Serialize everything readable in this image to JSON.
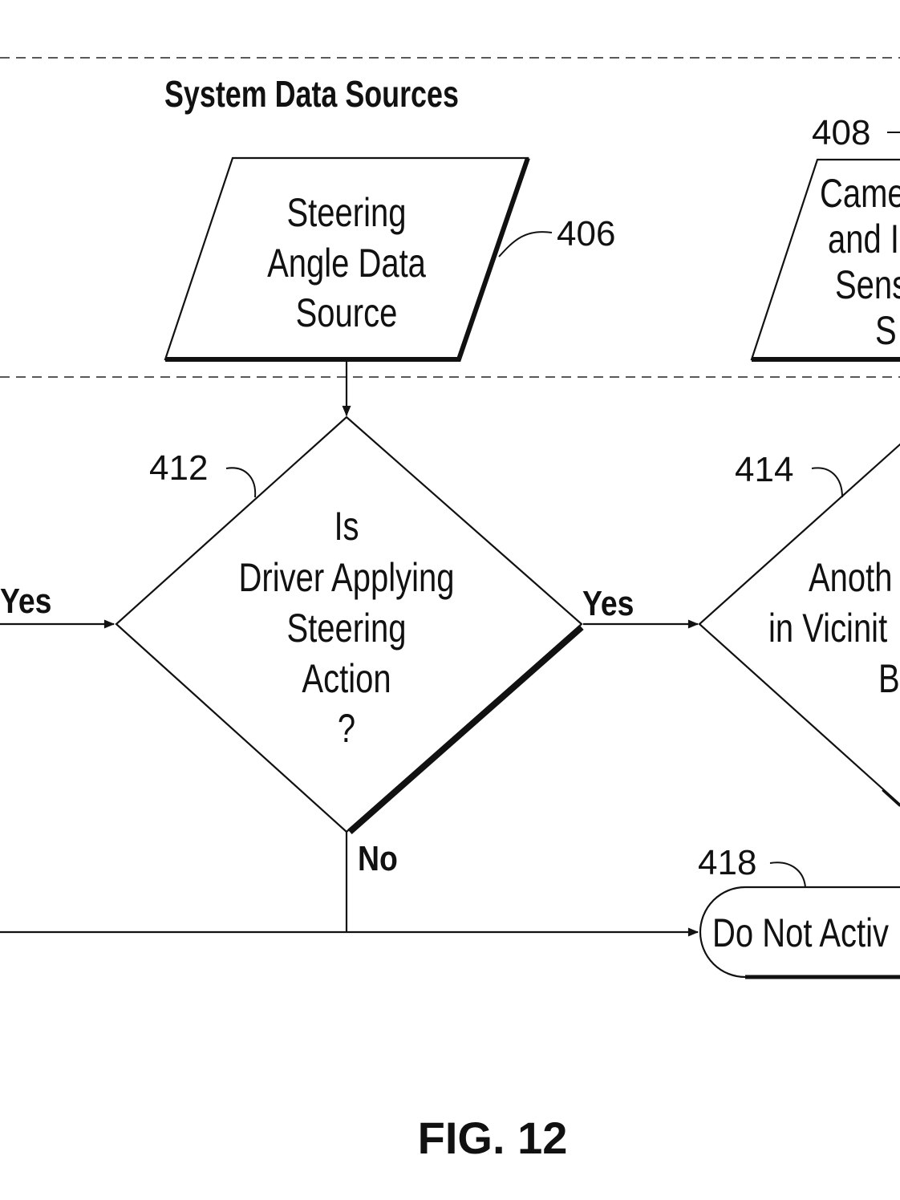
{
  "section_title": "System Data Sources",
  "steering_source": {
    "ref": "406",
    "lines": [
      "Steering",
      "Angle Data",
      "Source"
    ]
  },
  "camera_source": {
    "ref": "408",
    "lines": [
      "Came",
      "and I",
      "Sens",
      "S"
    ]
  },
  "decision_412": {
    "ref": "412",
    "lines": [
      "Is",
      "Driver Applying",
      "Steering",
      "Action",
      "?"
    ],
    "yes_label": "Yes",
    "no_label": "No"
  },
  "decision_414": {
    "ref": "414",
    "lines": [
      "Anoth",
      "in Vicinit",
      "B"
    ]
  },
  "incoming_yes_label": "Yes",
  "terminal_418": {
    "ref": "418",
    "text": "Do Not Activ"
  },
  "figure_label": "FIG. 12",
  "colors": {
    "ink": "#111111",
    "paper": "#ffffff"
  }
}
